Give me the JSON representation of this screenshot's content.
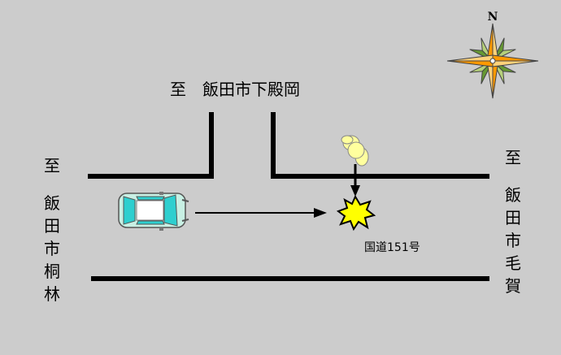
{
  "top_destination": "至　飯田市下殿岡",
  "left_destination": {
    "to": "至",
    "place": [
      "飯",
      "田",
      "市",
      "桐",
      "林"
    ]
  },
  "right_destination": {
    "to": "至",
    "place": [
      "飯",
      "田",
      "市",
      "毛",
      "賀"
    ]
  },
  "road_name": "国道151号",
  "compass_north": "N",
  "colors": {
    "background": "#cccccc",
    "road_line": "#000000",
    "car_body": "#c8f0e4",
    "car_glass": "#2ecfcf",
    "pedestrian": "#ffff9e",
    "impact": "#ffff00",
    "compass_orange": "#ff9900",
    "compass_green": "#669933"
  }
}
